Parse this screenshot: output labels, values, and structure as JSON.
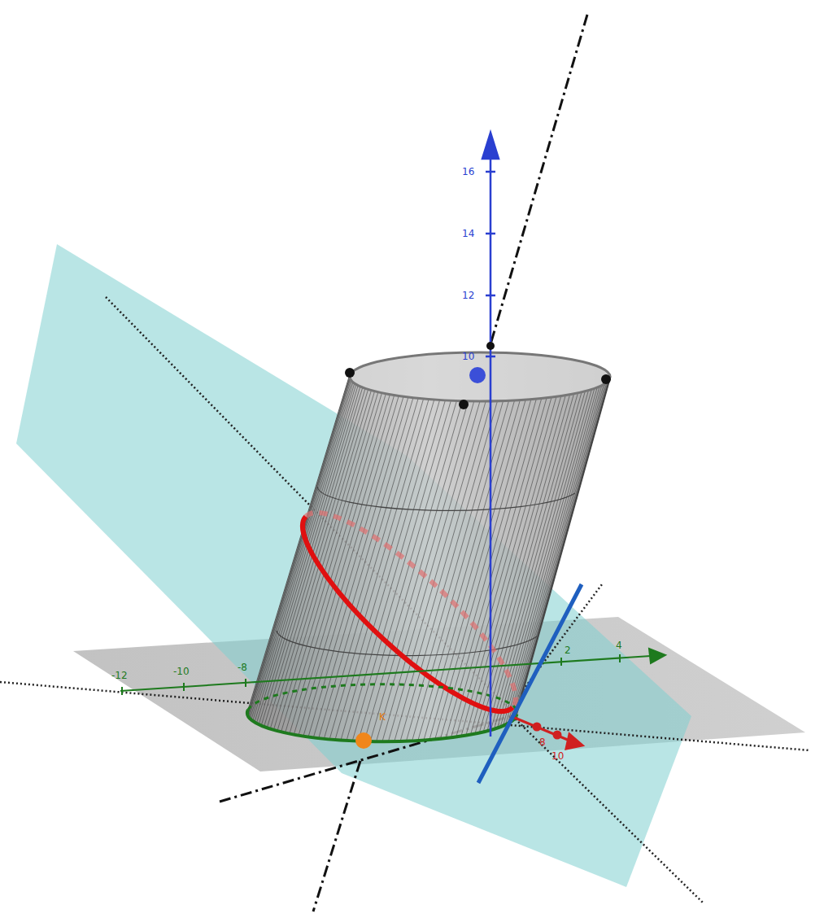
{
  "diagram": {
    "labels": [
      "16",
      "14",
      "12",
      "10",
      "-12",
      "-10",
      "-8",
      "2",
      "4",
      "8",
      "10",
      "K"
    ]
  }
}
